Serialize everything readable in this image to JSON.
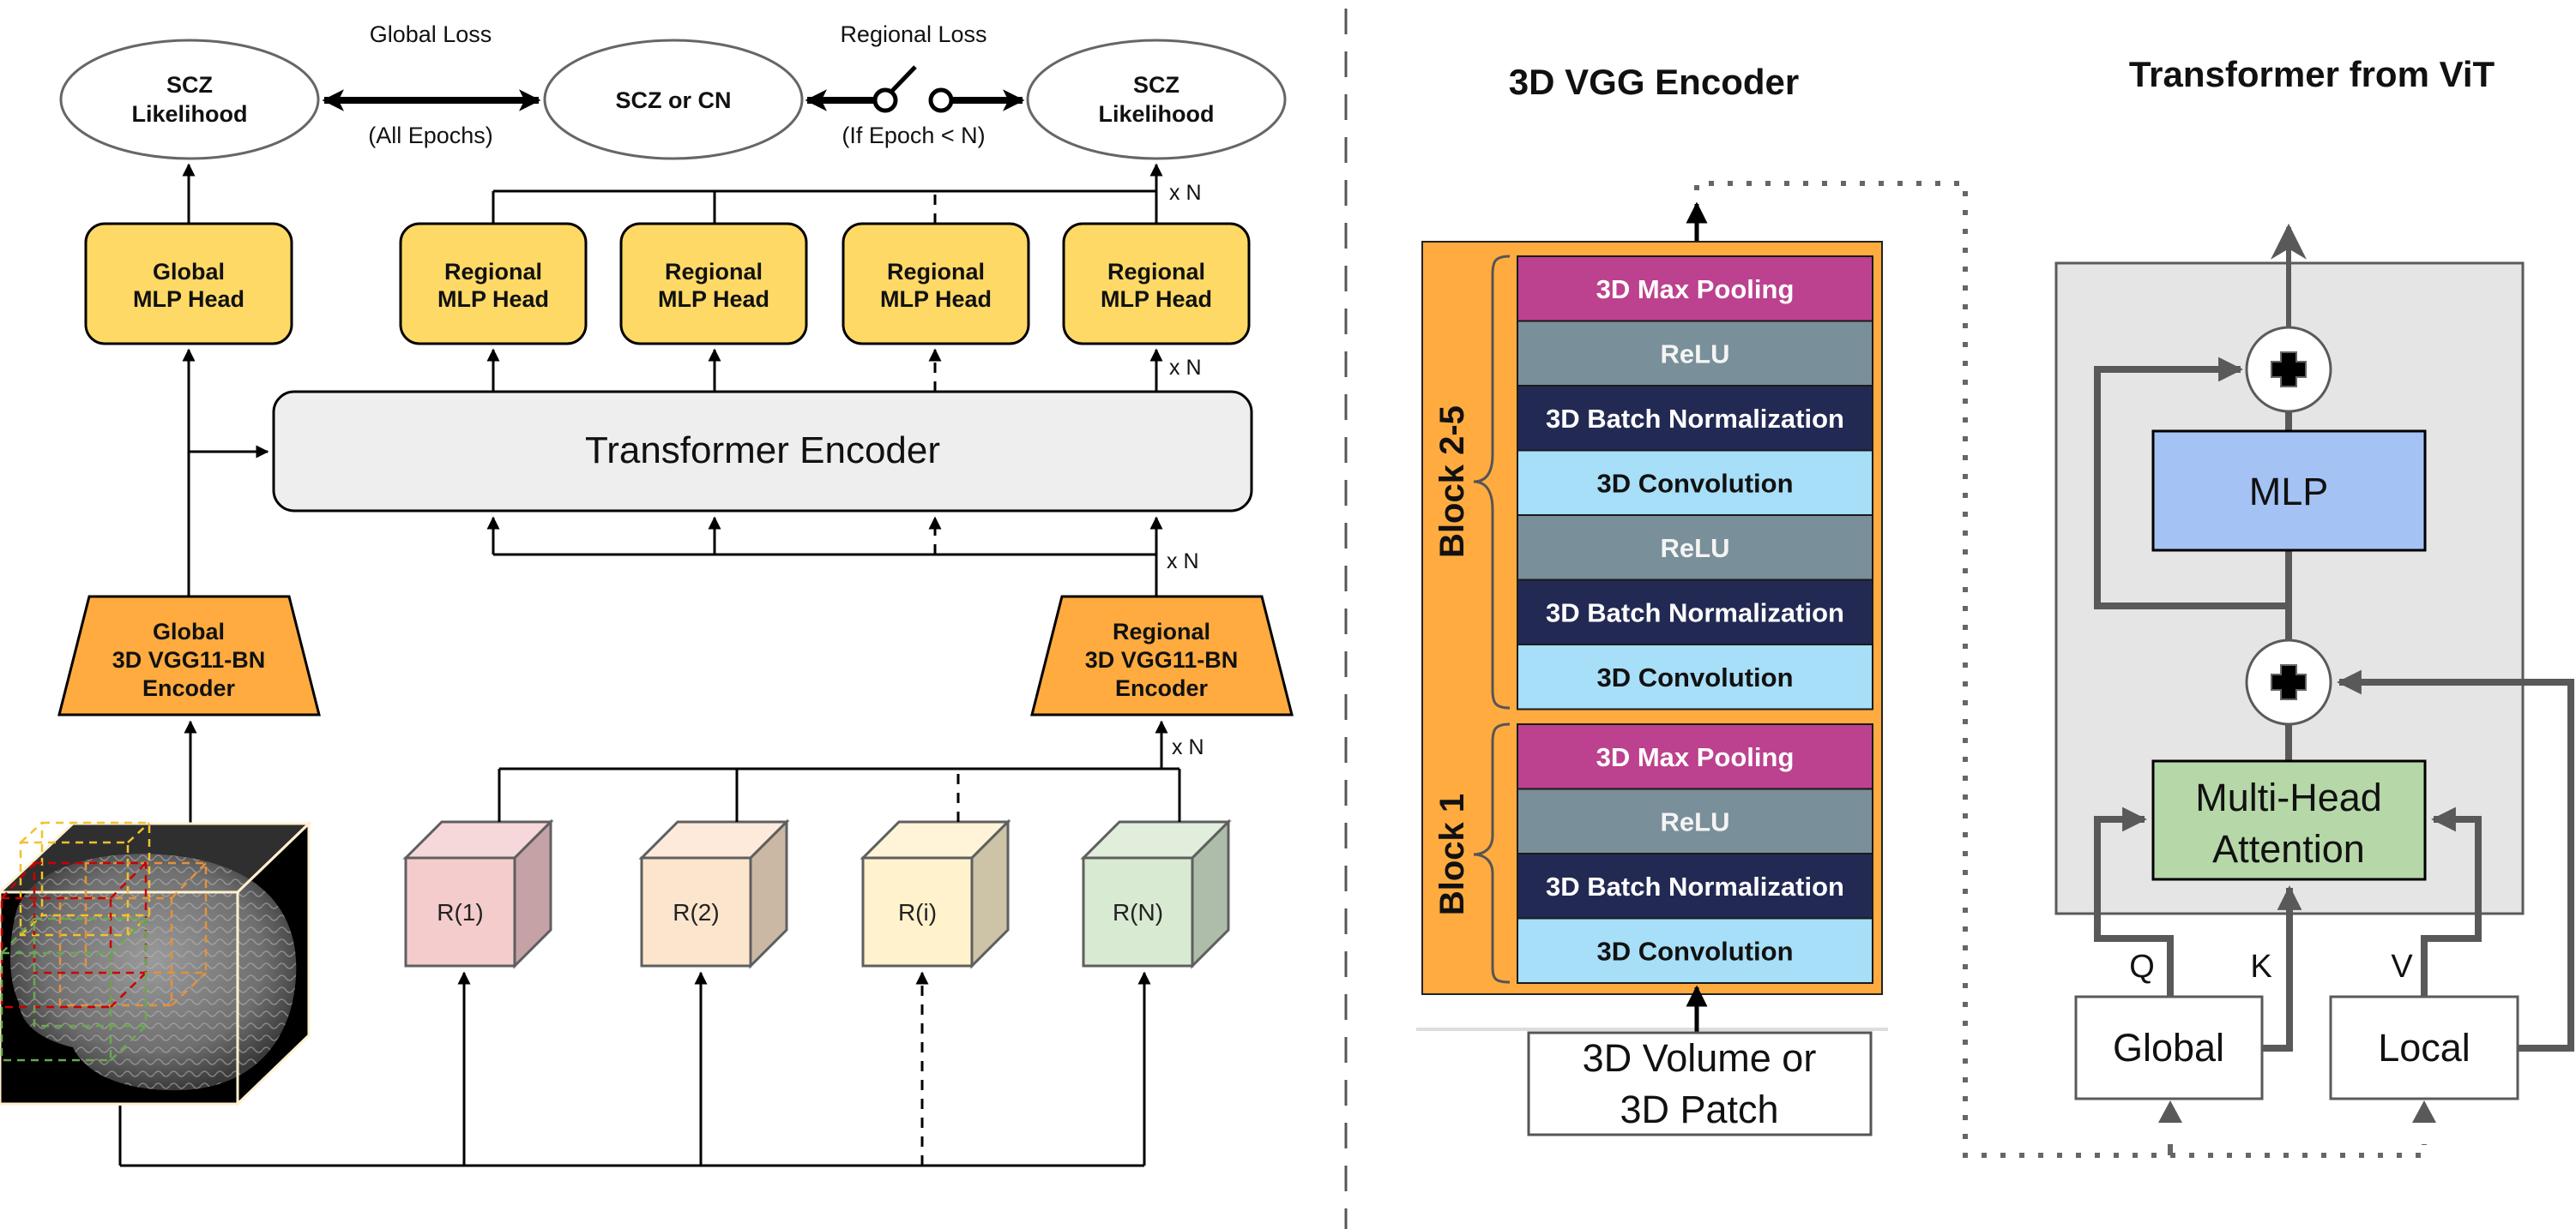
{
  "left_panel": {
    "top_nodes": {
      "global_output": {
        "line1": "SCZ",
        "line2": "Likelihood"
      },
      "label": {
        "text": "SCZ or CN"
      },
      "regional_output": {
        "line1": "SCZ",
        "line2": "Likelihood"
      }
    },
    "losses": {
      "global": {
        "title": "Global Loss",
        "note": "(All Epochs)"
      },
      "regional": {
        "title": "Regional Loss",
        "note": "(If Epoch < N)"
      }
    },
    "heads": {
      "global": {
        "line1": "Global",
        "line2": "MLP Head"
      },
      "regional": [
        {
          "line1": "Regional",
          "line2": "MLP Head"
        },
        {
          "line1": "Regional",
          "line2": "MLP Head"
        },
        {
          "line1": "Regional",
          "line2": "MLP Head"
        },
        {
          "line1": "Regional",
          "line2": "MLP Head"
        }
      ]
    },
    "transformer": {
      "label": "Transformer Encoder"
    },
    "encoders": {
      "global": {
        "line1": "Global",
        "line2": "3D VGG11-BN",
        "line3": "Encoder"
      },
      "regional": {
        "line1": "Regional",
        "line2": "3D VGG11-BN",
        "line3": "Encoder"
      }
    },
    "repeat_label": "x N",
    "regions": [
      {
        "label": "R(1)",
        "front": "#f4cccc",
        "top": "#f6d8da",
        "side": "#c4a2a5"
      },
      {
        "label": "R(2)",
        "front": "#fce5cd",
        "top": "#fdeada",
        "side": "#cbb8a4"
      },
      {
        "label": "R(i)",
        "front": "#fff2cc",
        "top": "#fff4d8",
        "side": "#cdc3a6"
      },
      {
        "label": "R(N)",
        "front": "#d9ead3",
        "top": "#e0eedb",
        "side": "#adbdaa"
      }
    ],
    "brain_image": {
      "description": "3D MRI brain volume with dashed regional patch boxes"
    }
  },
  "vgg_panel": {
    "title": "3D VGG Encoder",
    "blocks": [
      {
        "label": "Block 2-5",
        "layers": [
          {
            "name": "3D Max Pooling",
            "type": "pool"
          },
          {
            "name": "ReLU",
            "type": "relu"
          },
          {
            "name": "3D Batch Normalization",
            "type": "bn"
          },
          {
            "name": "3D Convolution",
            "type": "conv"
          },
          {
            "name": "ReLU",
            "type": "relu"
          },
          {
            "name": "3D Batch Normalization",
            "type": "bn"
          },
          {
            "name": "3D Convolution",
            "type": "conv"
          }
        ]
      },
      {
        "label": "Block 1",
        "layers": [
          {
            "name": "3D Max Pooling",
            "type": "pool"
          },
          {
            "name": "ReLU",
            "type": "relu"
          },
          {
            "name": "3D Batch Normalization",
            "type": "bn"
          },
          {
            "name": "3D Convolution",
            "type": "conv"
          }
        ]
      }
    ],
    "input": {
      "line1": "3D Volume or",
      "line2": "3D Patch"
    },
    "colors": {
      "container": "#ffab40",
      "pool": "#bc418e",
      "relu": "#798f99",
      "bn": "#222a54",
      "conv": "#a7def8"
    }
  },
  "vit_panel": {
    "title": "Transformer from ViT",
    "mlp": "MLP",
    "attention": {
      "line1": "Multi-Head",
      "line2": "Attention"
    },
    "inputs": {
      "global": "Global",
      "local": "Local"
    },
    "qkv": {
      "q": "Q",
      "k": "K",
      "v": "V"
    },
    "colors": {
      "block_bg": "#e5e5e5",
      "mlp": "#a4c2f4",
      "attention": "#b6d7a8",
      "line": "#5a5a5a"
    }
  },
  "palette": {
    "mlp_head": "#ffd966",
    "encoder": "#ffab40",
    "transformer_bg": "#eeeeee"
  }
}
